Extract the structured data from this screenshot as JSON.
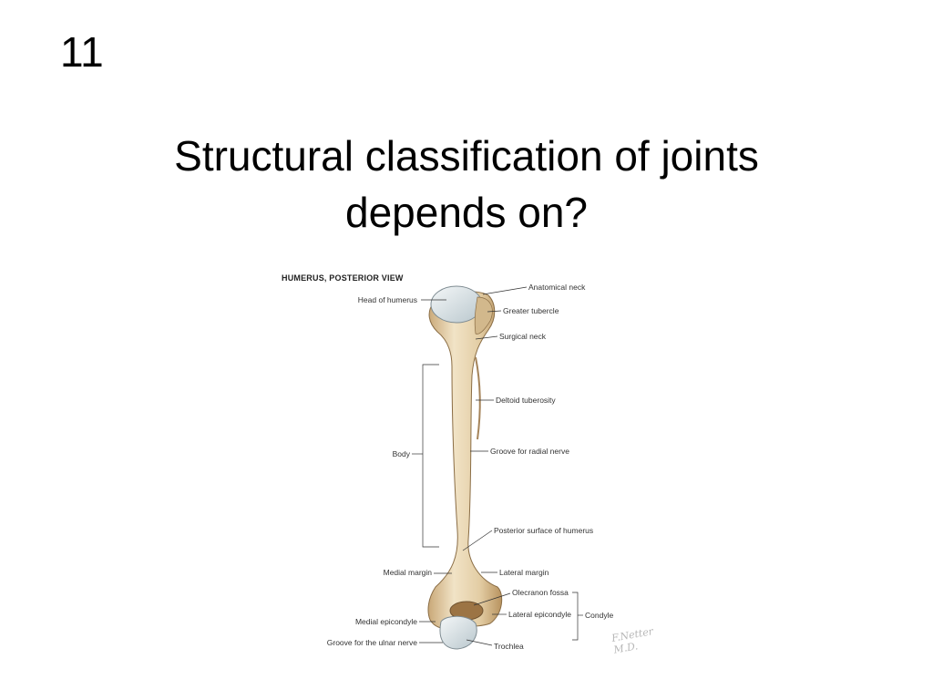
{
  "slide": {
    "number": "11",
    "title_line1": "Structural classification of joints",
    "title_line2": "depends on?"
  },
  "figure": {
    "title": "HUMERUS, POSTERIOR VIEW",
    "labels": {
      "head_of_humerus": "Head of humerus",
      "anatomical_neck": "Anatomical neck",
      "greater_tubercle": "Greater tubercle",
      "surgical_neck": "Surgical neck",
      "deltoid_tuberosity": "Deltoid tuberosity",
      "body": "Body",
      "groove_radial_nerve": "Groove for radial nerve",
      "posterior_surface": "Posterior surface of humerus",
      "medial_margin": "Medial margin",
      "lateral_margin": "Lateral margin",
      "olecranon_fossa": "Olecranon fossa",
      "medial_epicondyle": "Medial epicondyle",
      "lateral_epicondyle": "Lateral epicondyle",
      "condyle": "Condyle",
      "groove_ulnar_nerve": "Groove for the ulnar nerve",
      "trochlea": "Trochlea"
    },
    "signature": "F.Netter M.D."
  },
  "colors": {
    "bone": "#e8d6b2",
    "bone_shadow": "#c9ad80",
    "cartilage": "#d8e2e6"
  }
}
